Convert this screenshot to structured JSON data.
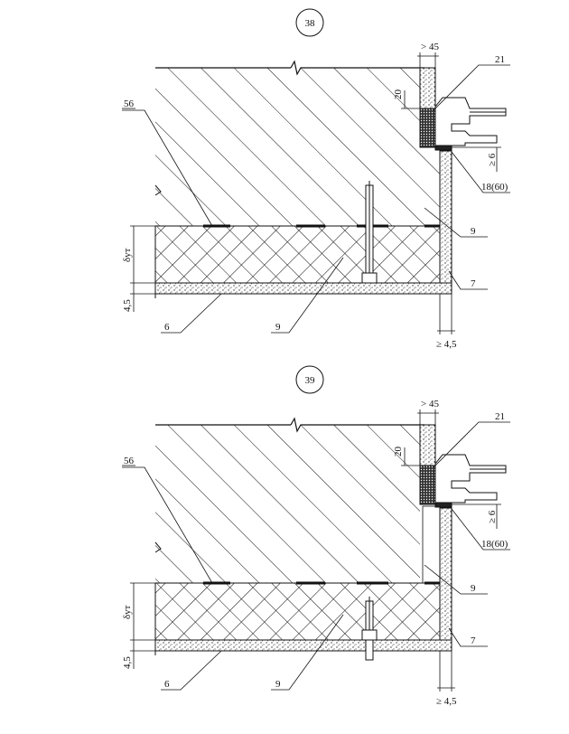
{
  "details": [
    {
      "number": "38",
      "labels": {
        "top_dim": "> 45",
        "dim_20": "20",
        "dim_ge6": "≥ 6",
        "dim_bottom": "≥ 4,5",
        "dim_delta": "δут",
        "dim_45": "4,5",
        "l56": "56",
        "l21": "21",
        "l18": "18(60)",
        "l9a": "9",
        "l7": "7",
        "l6": "6",
        "l9b": "9"
      }
    },
    {
      "number": "39",
      "labels": {
        "top_dim": "> 45",
        "dim_20": "20",
        "dim_ge6": "≥ 6",
        "dim_bottom": "≥ 4,5",
        "dim_delta": "δут",
        "dim_45": "4,5",
        "l56": "56",
        "l21": "21",
        "l18": "18(60)",
        "l9a": "9",
        "l7": "7",
        "l6": "6",
        "l9b": "9"
      }
    }
  ],
  "colors": {
    "ink": "#111111",
    "paper": "#ffffff"
  }
}
